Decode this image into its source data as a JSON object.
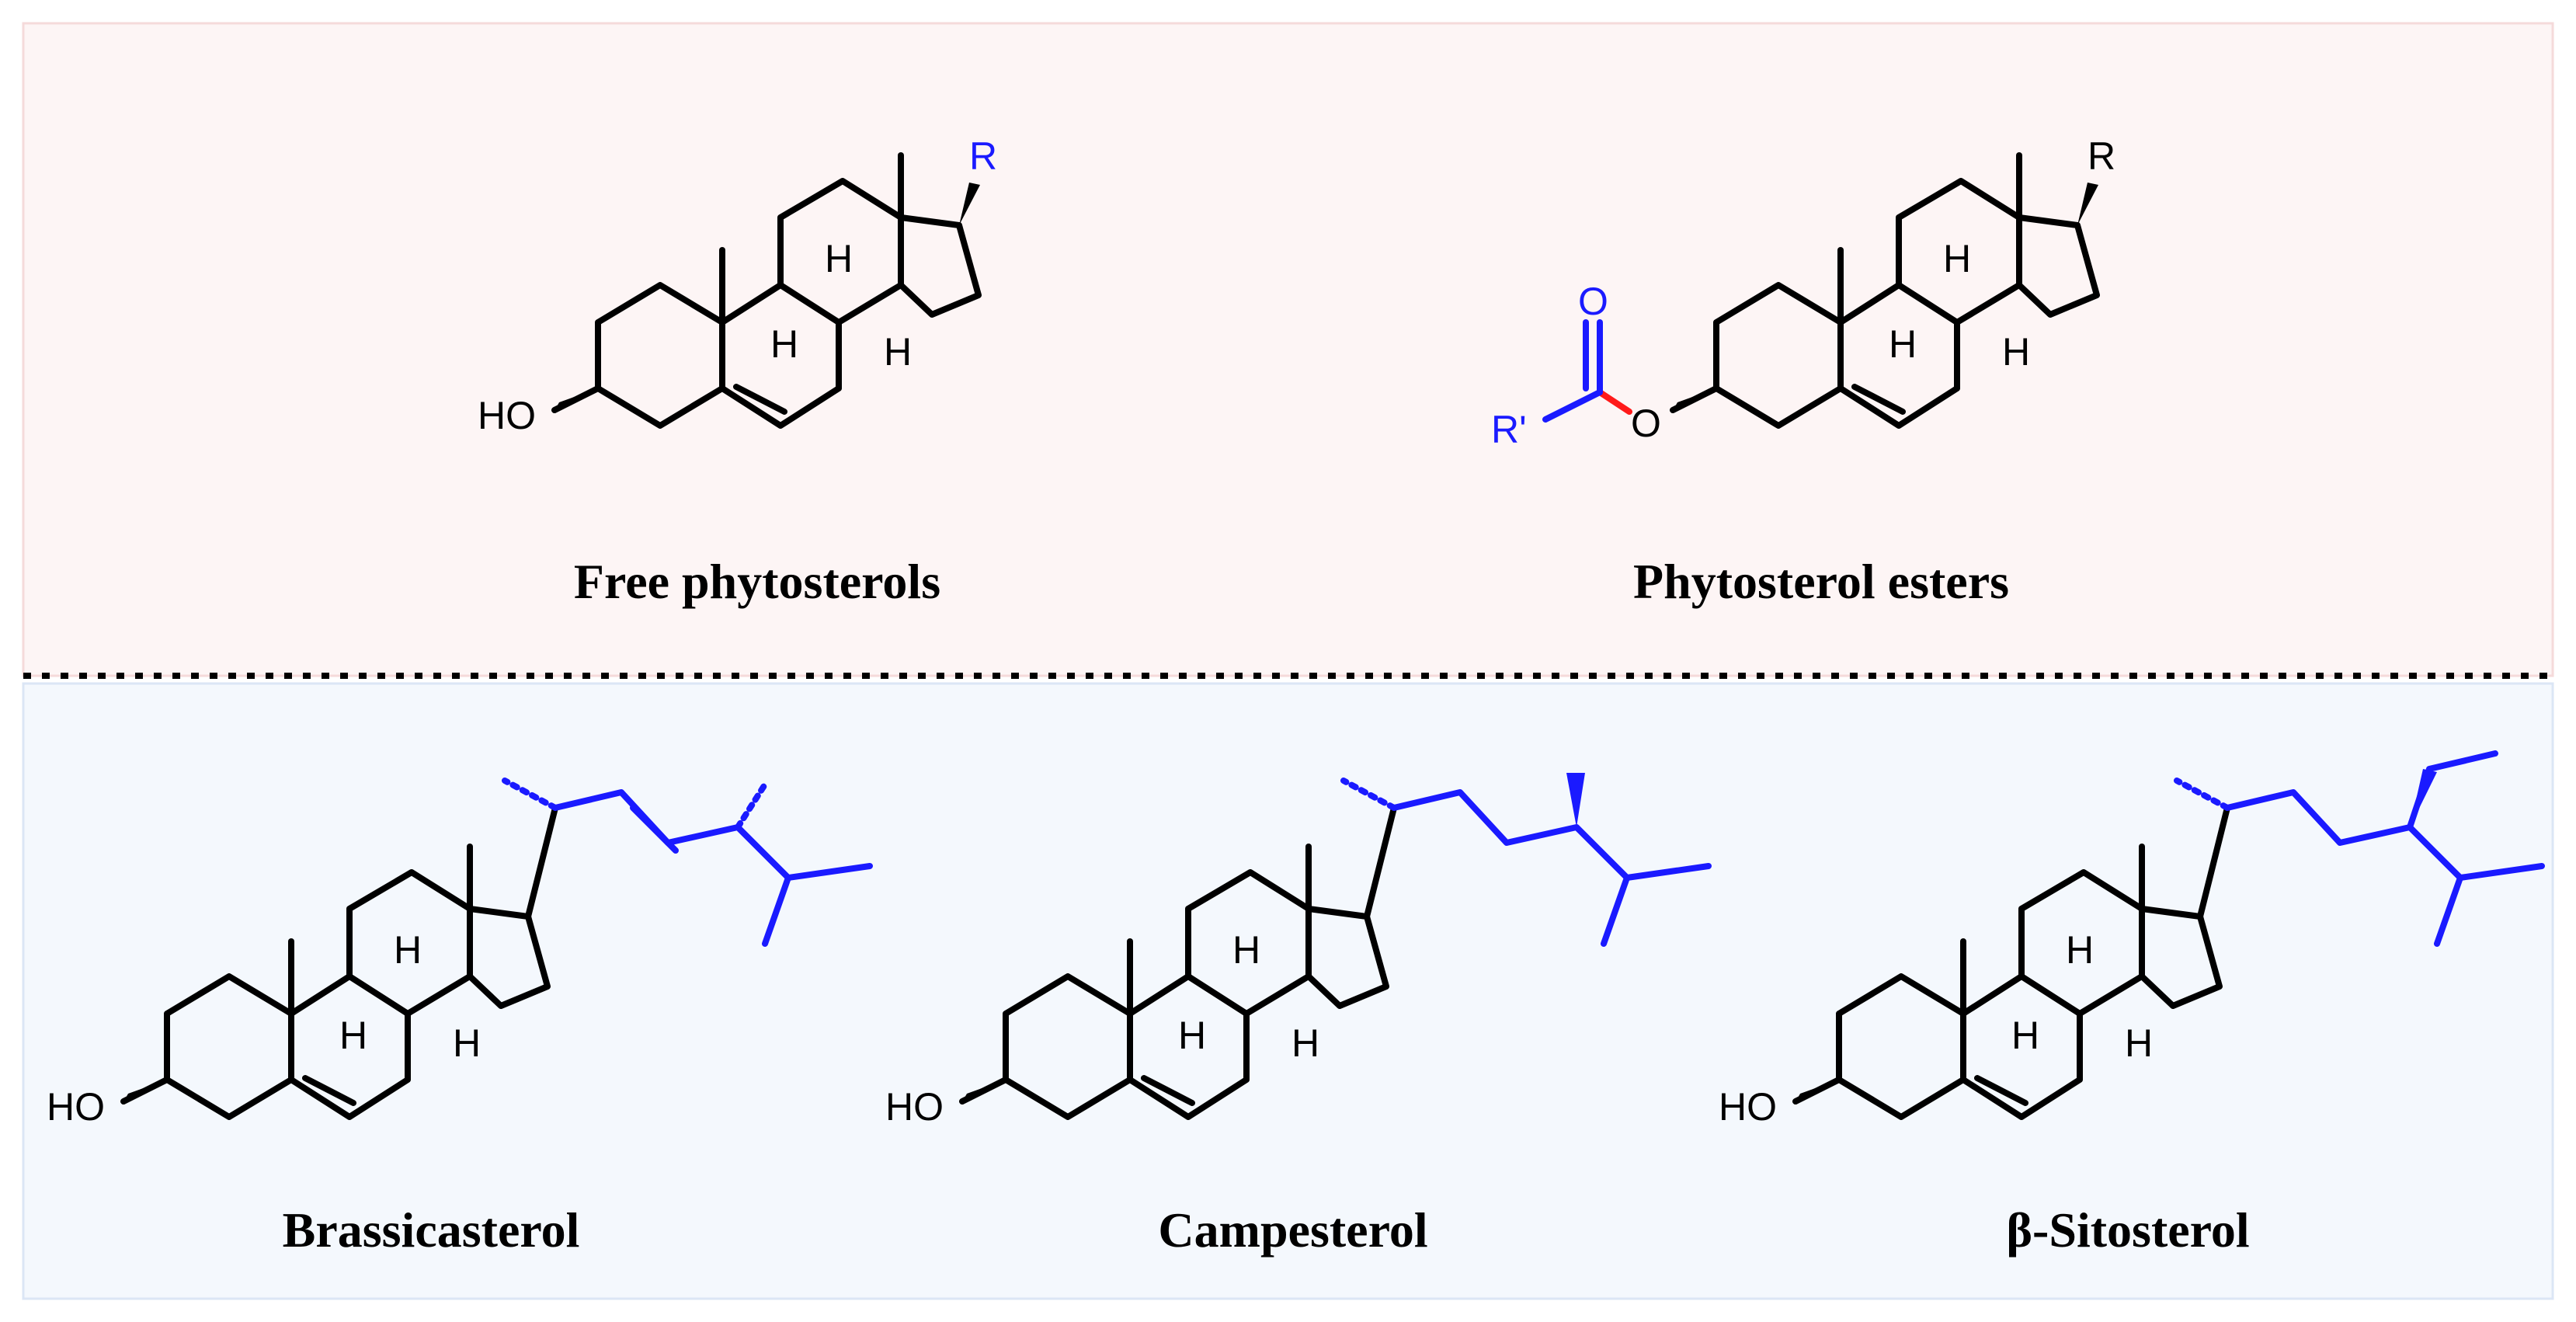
{
  "panels": {
    "top": {
      "background": "#fdf5f5",
      "structures": [
        {
          "caption": "Free phytosterols",
          "substituent_label": "R",
          "substituent_color": "#1a1aff",
          "hydroxyl_label": "HO",
          "h_labels": [
            "H",
            "H",
            "H"
          ]
        },
        {
          "caption": "Phytosterol esters",
          "substituent_label": "R",
          "ester_r_label": "R'",
          "ester_o_label": "O",
          "ester_carbonyl_o_label": "O",
          "h_labels": [
            "H",
            "H",
            "H"
          ]
        }
      ]
    },
    "bottom": {
      "background": "#f4f8fd",
      "structures": [
        {
          "caption": "Brassicasterol",
          "hydroxyl_label": "HO",
          "h_labels": [
            "H",
            "H",
            "H"
          ]
        },
        {
          "caption": "Campesterol",
          "hydroxyl_label": "HO",
          "h_labels": [
            "H",
            "H",
            "H"
          ]
        },
        {
          "caption": "β-Sitosterol",
          "hydroxyl_label": "HO",
          "h_labels": [
            "H",
            "H",
            "H"
          ]
        }
      ]
    }
  },
  "colors": {
    "bond": "#000000",
    "highlight": "#1a1aff",
    "oxygen_bond": "#ff1a1a",
    "divider": "#000000"
  }
}
